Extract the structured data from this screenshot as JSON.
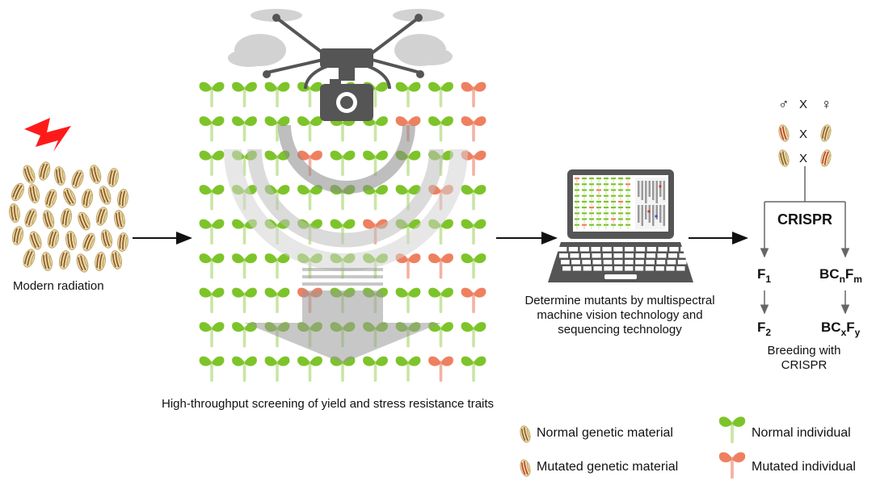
{
  "captions": {
    "radiation": "Modern radiation",
    "screening": "High-throughput screening of yield and stress resistance traits",
    "determine": "Determine mutants by multispectral machine vision technology and sequencing technology",
    "breeding": "Breeding with CRISPR"
  },
  "crosses": {
    "male_symbol": "♂",
    "female_symbol": "♀",
    "cross_symbol": "X"
  },
  "crispr": {
    "label": "CRISPR",
    "f1": {
      "base": "F",
      "sub": "1"
    },
    "f2": {
      "base": "F",
      "sub": "2"
    },
    "bcnfm": {
      "base1": "BC",
      "sub1": "n",
      "base2": "F",
      "sub2": "m"
    },
    "bcxfy": {
      "base1": "BC",
      "sub1": "x",
      "base2": "F",
      "sub2": "y"
    }
  },
  "legend": {
    "normal_material": "Normal genetic material",
    "mutated_material": "Mutated genetic material",
    "normal_individual": "Normal individual",
    "mutated_individual": "Mutated individual"
  },
  "colors": {
    "normal_leaf": "#7dc42a",
    "normal_stem": "#c9e6a4",
    "mutated_leaf": "#ee8060",
    "mutated_stem": "#f3b2a2",
    "lightning": "#ff1a1a",
    "drone": "#555555",
    "arrow": "#111111",
    "seed_fill": "#e9d9a6",
    "seed_stripe": "#8c5a2b",
    "mutated_seed_stripe": "#c0392b"
  },
  "plant_grid": {
    "rows": 9,
    "cols": 9,
    "mutated_cells": [
      [
        0,
        8
      ],
      [
        1,
        6
      ],
      [
        1,
        8
      ],
      [
        2,
        3
      ],
      [
        2,
        8
      ],
      [
        3,
        7
      ],
      [
        4,
        5
      ],
      [
        5,
        6
      ],
      [
        5,
        7
      ],
      [
        6,
        3
      ],
      [
        6,
        8
      ],
      [
        8,
        7
      ]
    ]
  }
}
